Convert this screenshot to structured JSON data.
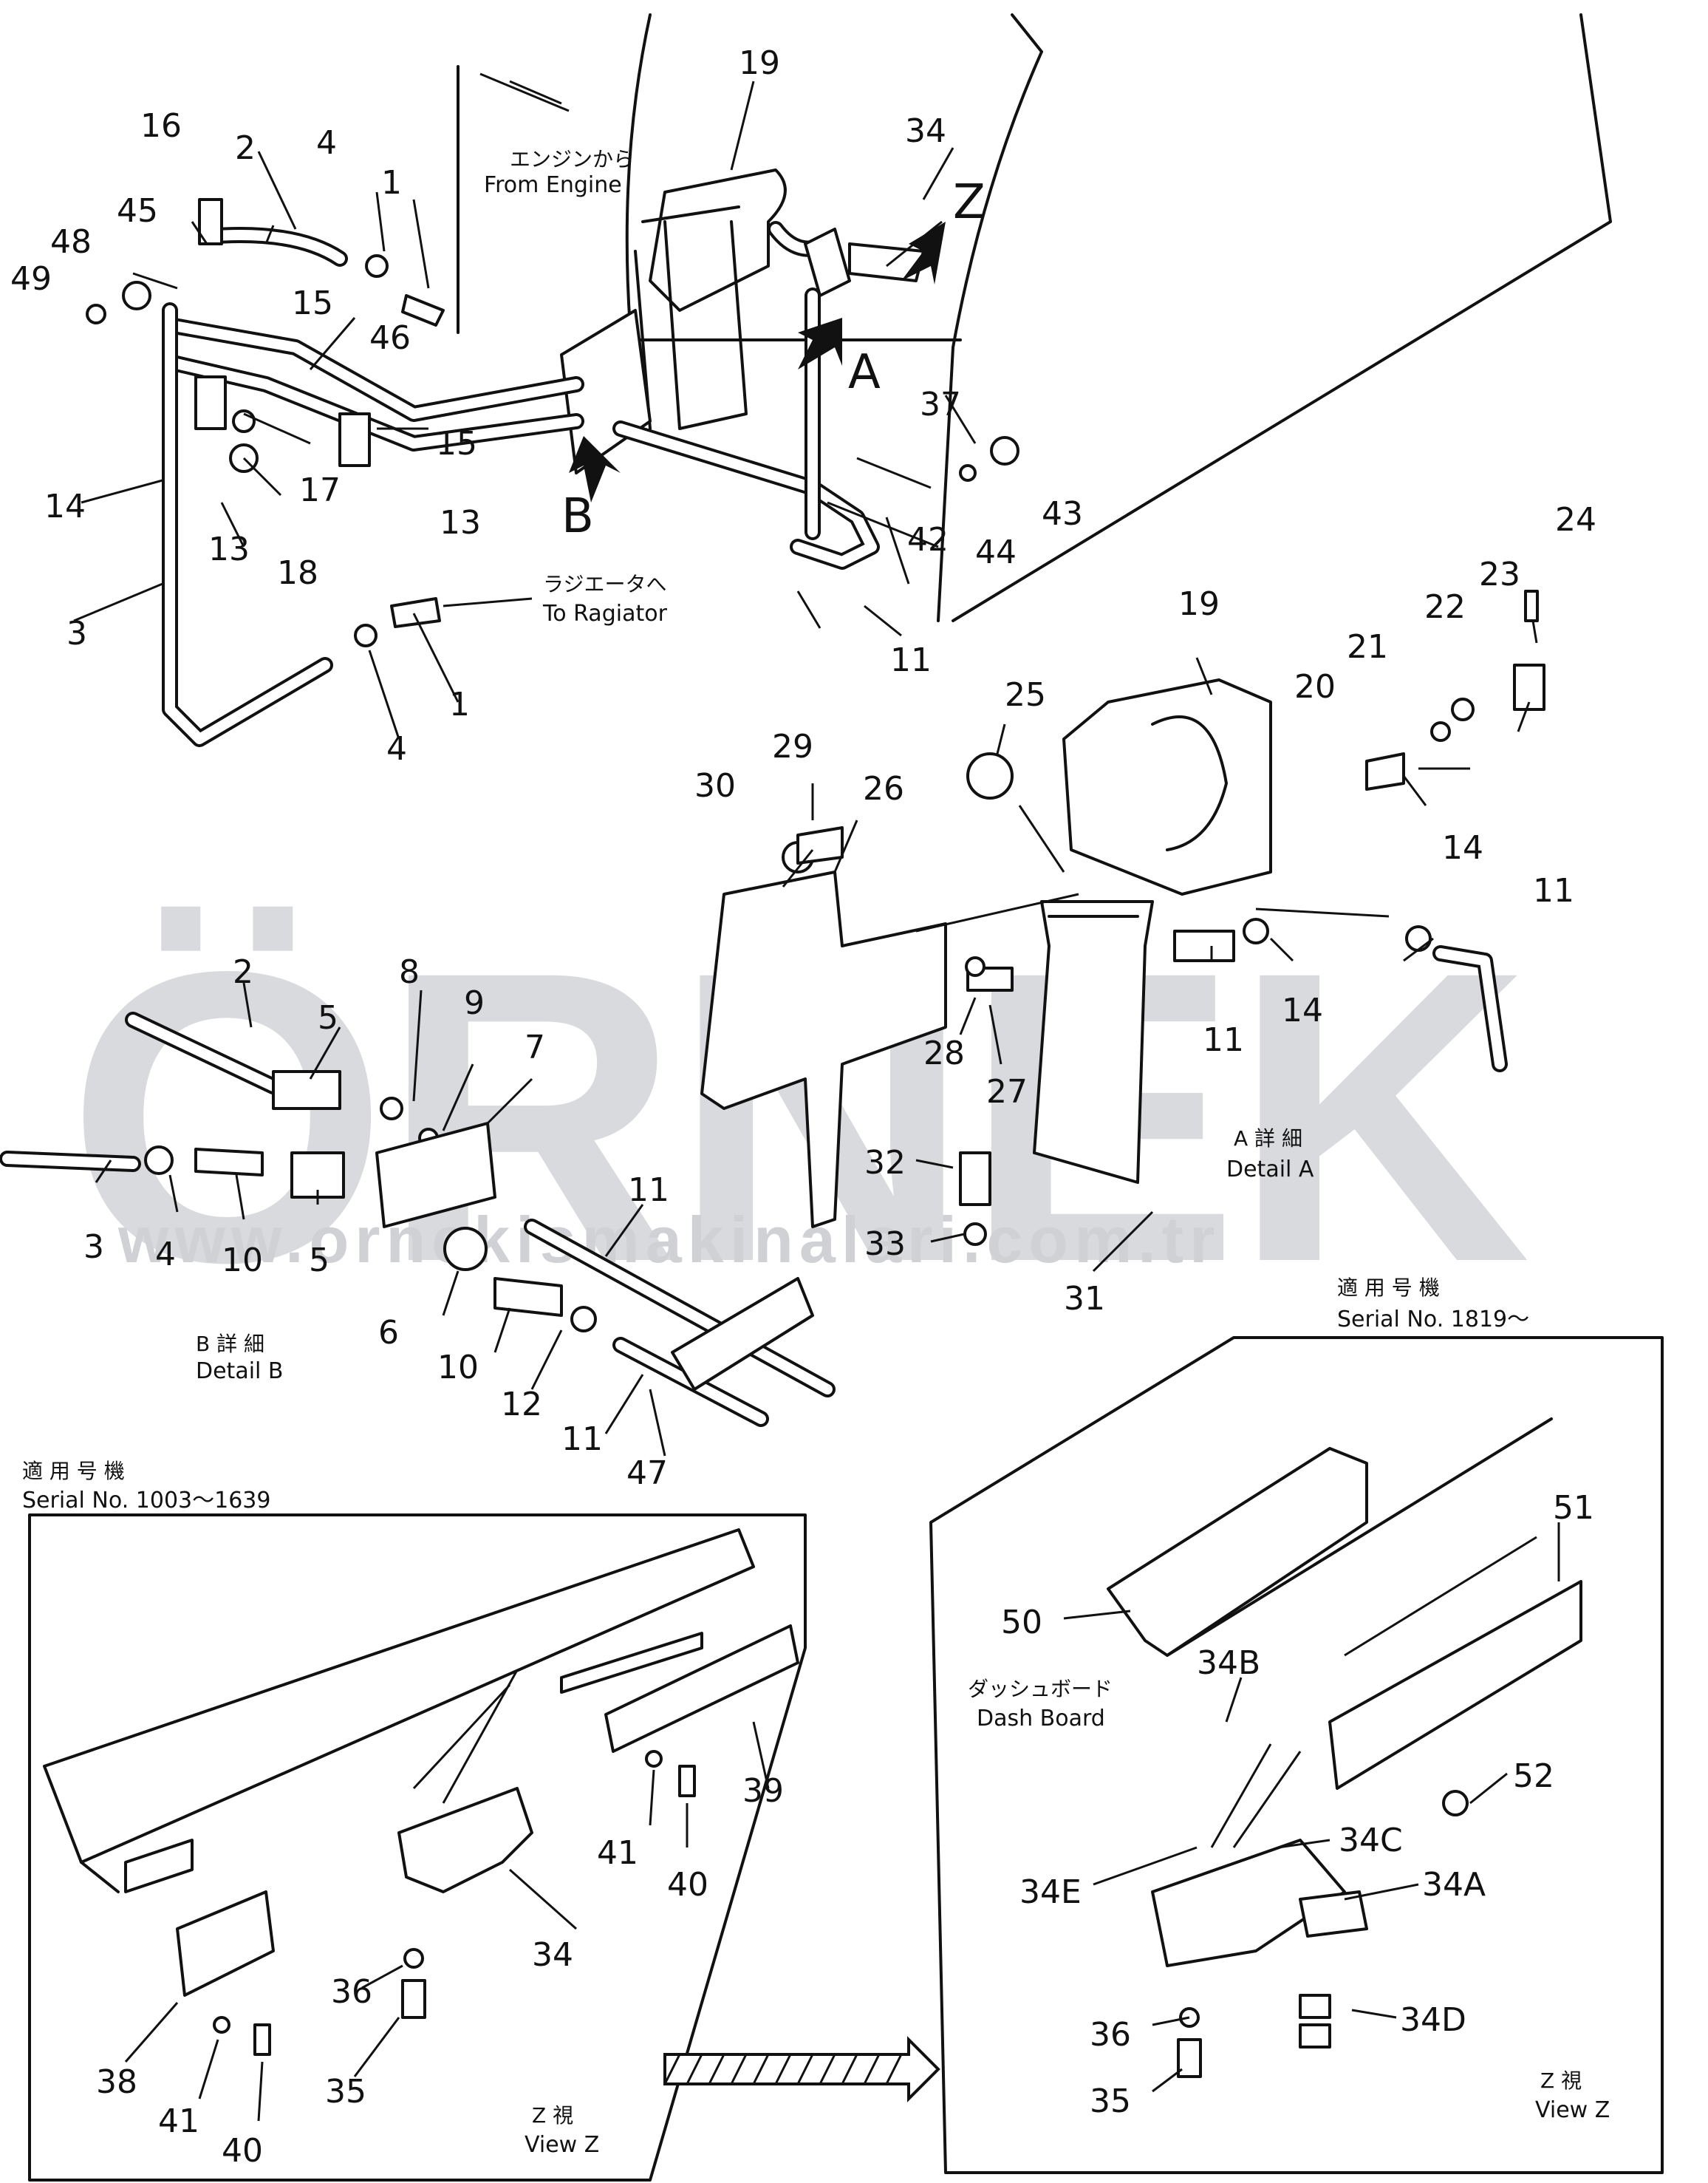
{
  "watermark": {
    "brand": "ÖRNEK",
    "url": "www.ornekismakinalari.com.tr",
    "accent_color": "#f3d26b"
  },
  "captions": {
    "from_engine_jp": "エンジンから",
    "from_engine": "From Engine",
    "to_radiator_jp": "ラジエータへ",
    "to_radiator": "To Ragiator",
    "detail_a_jp": "A 詳 細",
    "detail_a": "Detail A",
    "detail_b_jp": "B 詳 細",
    "detail_b": "Detail B",
    "serial_new_jp": "適 用 号 機",
    "serial_new": "Serial No. 1819～",
    "serial_old_jp": "適 用 号 機",
    "serial_old": "Serial No. 1003～1639",
    "dash_board_jp": "ダッシュボード",
    "dash_board": "Dash Board",
    "view_z_left_jp": "Z   視",
    "view_z_left": "View Z",
    "view_z_right_jp": "Z   視",
    "view_z_right": "View Z",
    "arrow_z": "Z",
    "arrow_a": "A",
    "arrow_b": "B"
  },
  "callouts": [
    "19",
    "34",
    "16",
    "2",
    "4",
    "1",
    "45",
    "48",
    "49",
    "15",
    "46",
    "15",
    "13",
    "17",
    "18",
    "14",
    "13",
    "3",
    "37",
    "42",
    "44",
    "43",
    "11",
    "1",
    "4",
    "19",
    "24",
    "23",
    "22",
    "21",
    "20",
    "25",
    "29",
    "30",
    "26",
    "14",
    "11",
    "11",
    "14",
    "2",
    "8",
    "9",
    "7",
    "5",
    "28",
    "27",
    "32",
    "33",
    "31",
    "3",
    "4",
    "10",
    "5",
    "11",
    "6",
    "10",
    "12",
    "11",
    "47",
    "50",
    "51",
    "52",
    "34B",
    "34C",
    "34E",
    "34A",
    "36",
    "34D",
    "35",
    "39",
    "41",
    "40",
    "36",
    "34",
    "38",
    "41",
    "40",
    "35"
  ],
  "icons": [
    "arrow-right-icon"
  ]
}
